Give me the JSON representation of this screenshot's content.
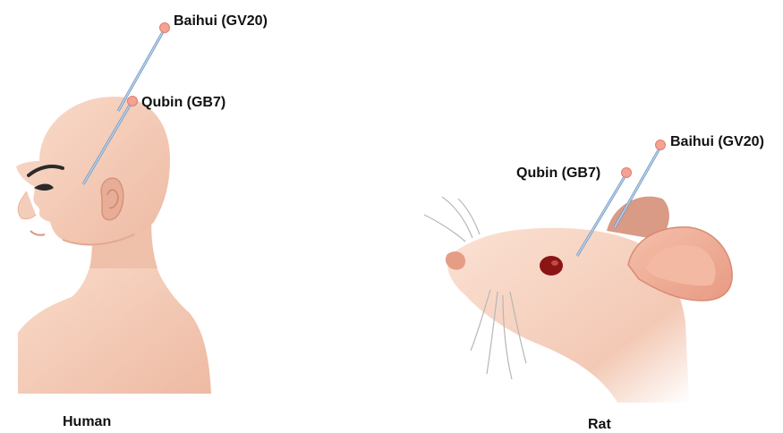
{
  "colors": {
    "skin_light": "#f8d6c4",
    "skin_mid": "#efbfa8",
    "skin_shadow": "#e2a38d",
    "needle": "#9fbfe0",
    "needle_dark": "#6f93bb",
    "needle_head": "#f3a293",
    "rat_eye": "#8b1414",
    "text": "#111111"
  },
  "human": {
    "caption": "Human",
    "points": [
      {
        "label": "Baihui (GV20)",
        "icon": "needle-icon"
      },
      {
        "label": "Qubin (GB7)",
        "icon": "needle-icon"
      }
    ]
  },
  "rat": {
    "caption": "Rat",
    "points": [
      {
        "label": "Baihui (GV20)",
        "icon": "needle-icon"
      },
      {
        "label": "Qubin (GB7)",
        "icon": "needle-icon"
      }
    ]
  }
}
